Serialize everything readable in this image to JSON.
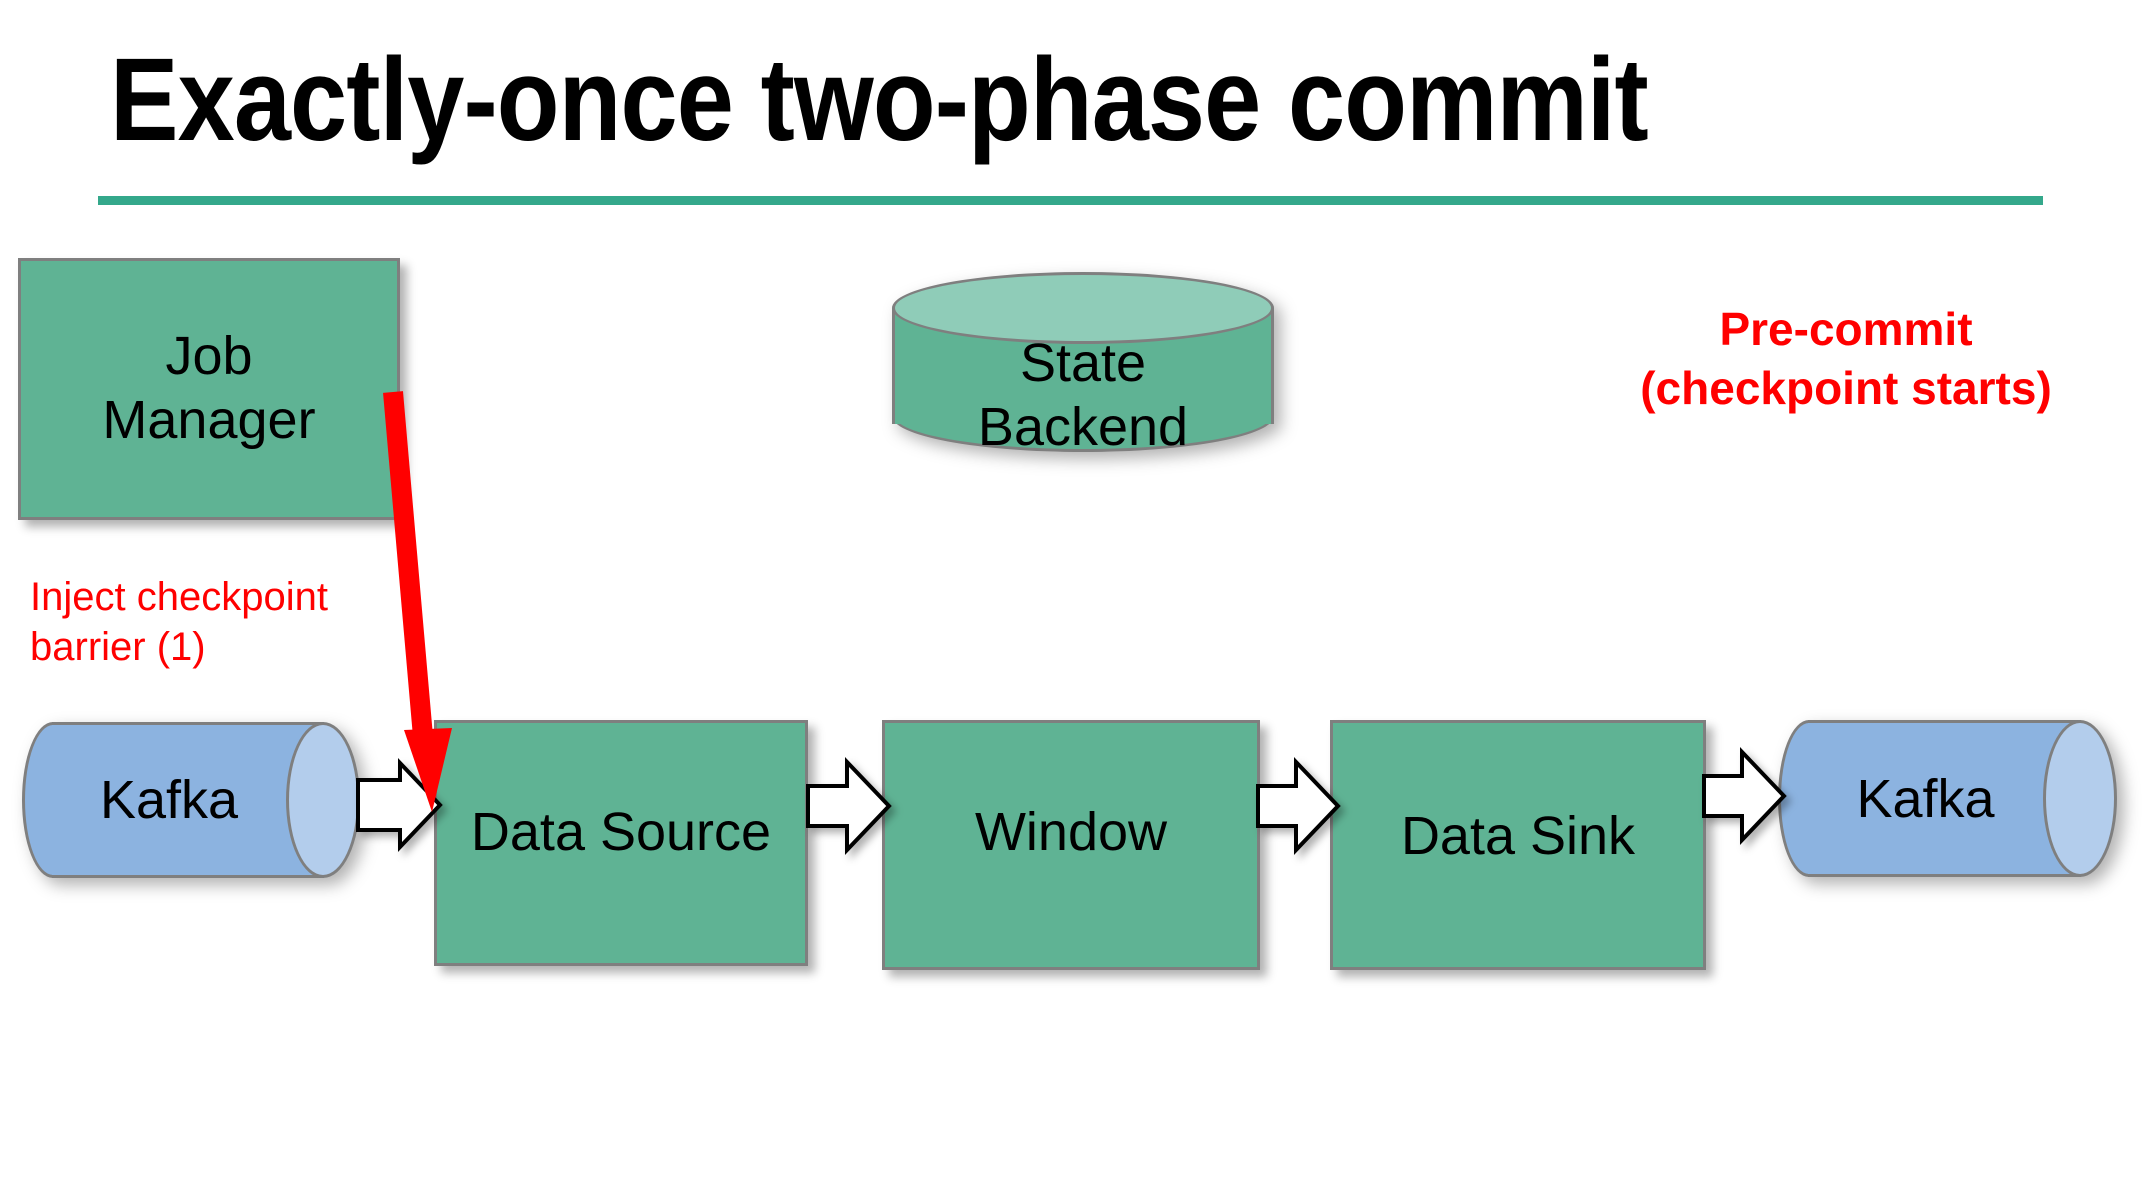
{
  "slide": {
    "title": "Exactly-once two-phase commit",
    "accent_color": "#34A88B",
    "background": "#ffffff"
  },
  "palette": {
    "node_teal": "#5FB394",
    "cylinder_top_teal": "#8FCCB8",
    "kafka_blue": "#8CB3E0",
    "kafka_cap_blue": "#B3CDEC",
    "node_border_gray": "#7F7F7F",
    "annotation_red": "#FF0000",
    "text_black": "#000000"
  },
  "nodes": {
    "job_manager": {
      "label": "Job\nManager",
      "shape": "rectangle",
      "color": "#5FB394"
    },
    "state_backend": {
      "label": "State\nBackend",
      "shape": "cylinder-vertical",
      "color": "#5FB394"
    },
    "kafka_source": {
      "label": "Kafka",
      "shape": "cylinder-horizontal",
      "color": "#8CB3E0"
    },
    "data_source": {
      "label": "Data Source",
      "shape": "rectangle",
      "color": "#5FB394"
    },
    "window": {
      "label": "Window",
      "shape": "rectangle",
      "color": "#5FB394"
    },
    "data_sink": {
      "label": "Data Sink",
      "shape": "rectangle",
      "color": "#5FB394"
    },
    "kafka_sink": {
      "label": "Kafka",
      "shape": "cylinder-horizontal",
      "color": "#8CB3E0"
    }
  },
  "annotations": {
    "pre_commit": {
      "text": "Pre-commit\n(checkpoint starts)",
      "color": "#FF0000",
      "bold": true
    },
    "inject_barrier": {
      "text": "Inject checkpoint\nbarrier (1)",
      "color": "#FF0000",
      "bold": false
    }
  },
  "flow_arrows": [
    {
      "from": "kafka_source",
      "to": "data_source",
      "style": "white-block-arrow"
    },
    {
      "from": "data_source",
      "to": "window",
      "style": "white-block-arrow"
    },
    {
      "from": "window",
      "to": "data_sink",
      "style": "white-block-arrow"
    },
    {
      "from": "data_sink",
      "to": "kafka_sink",
      "style": "white-block-arrow"
    }
  ],
  "checkpoint_arrow": {
    "from": "job_manager",
    "to": "data_source",
    "color": "#FF0000",
    "style": "thick-solid-arrow"
  }
}
